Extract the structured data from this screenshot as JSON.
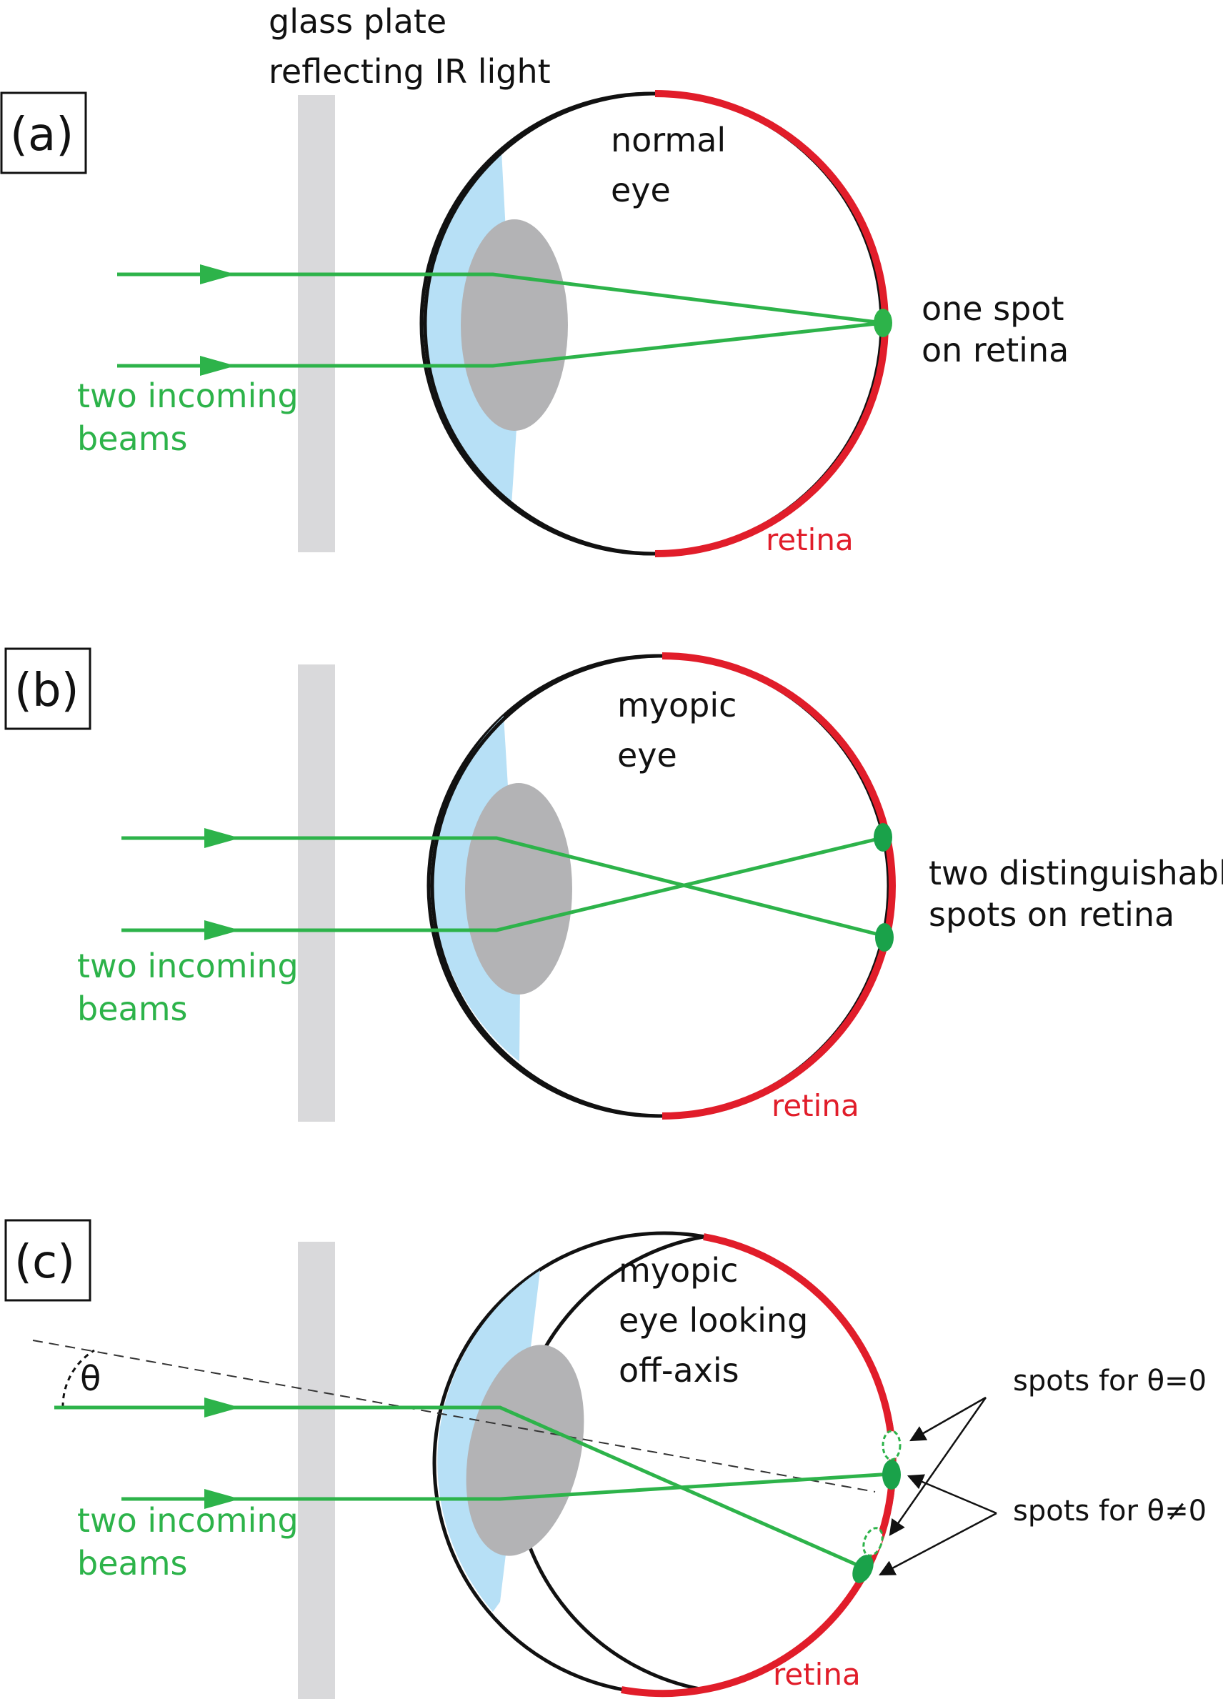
{
  "header": {
    "plate_label": [
      "glass plate",
      "reflecting IR light"
    ]
  },
  "panels": [
    {
      "tag": "(a)",
      "eye_label": [
        "normal",
        "eye"
      ],
      "beam_label": [
        "two incoming",
        "beams"
      ],
      "spot_label": [
        "one spot",
        "on retina"
      ],
      "retina_label": "retina"
    },
    {
      "tag": "(b)",
      "eye_label": [
        "myopic",
        "eye"
      ],
      "beam_label": [
        "two incoming",
        "beams"
      ],
      "spot_label": [
        "two distinguishable",
        "spots on retina"
      ],
      "retina_label": "retina"
    },
    {
      "tag": "(c)",
      "eye_label": [
        "myopic",
        "eye looking",
        "off-axis"
      ],
      "beam_label": [
        "two incoming",
        "beams"
      ],
      "retina_label": "retina",
      "angle_symbol": "θ",
      "spots_zero_label": "spots for θ=0",
      "spots_nonzero_label": "spots for θ≠0"
    }
  ],
  "colors": {
    "beam": "#2db34a",
    "spot": "#1aa24a",
    "retina": "#e11d2a",
    "eyeball": "#111111",
    "cornea": "#b7e0f6",
    "lens": "#b3b3b5",
    "plate": "#d9d9db"
  }
}
